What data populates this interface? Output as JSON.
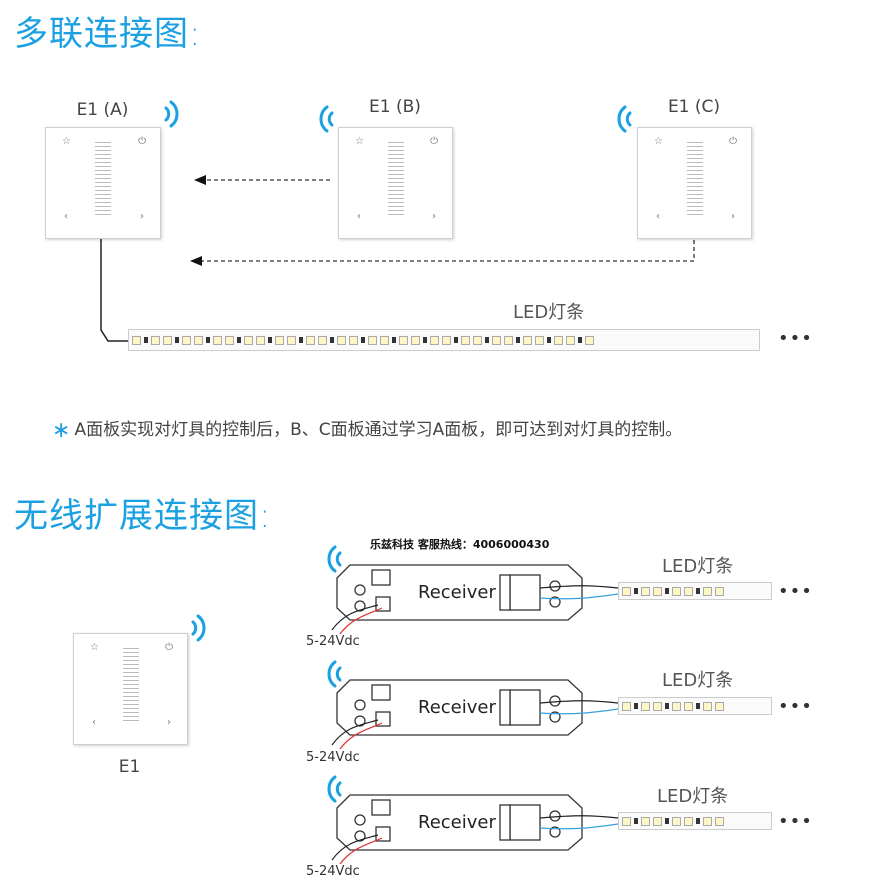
{
  "section1": {
    "title": "多联连接图:",
    "panels": [
      {
        "label": "E1 (A)"
      },
      {
        "label": "E1 (B)"
      },
      {
        "label": "E1 (C)"
      }
    ],
    "strip_label": "LED灯条",
    "note": "A面板实现对灯具的控制后，B、C面板通过学习A面板，即可达到对灯具的控制。"
  },
  "section2": {
    "title": "无线扩展连接图:",
    "panel_label": "E1",
    "hotline": "乐兹科技 客服热线：4006000430",
    "receiver_label": "Receiver",
    "voltage_label": "5-24Vdc",
    "strip_label": "LED灯条"
  },
  "ellipsis": "•••",
  "colors": {
    "accent": "#1ba0e2",
    "wire_blue": "#3aa0e0",
    "wire_red": "#d33"
  }
}
